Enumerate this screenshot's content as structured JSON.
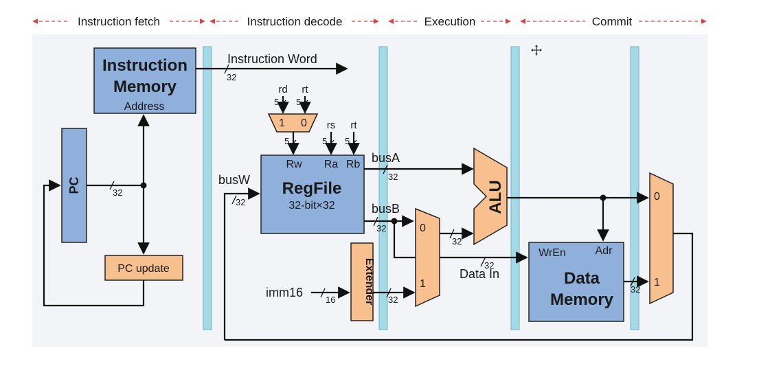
{
  "stages": {
    "fetch": "Instruction fetch",
    "decode": "Instruction decode",
    "execution": "Execution",
    "commit": "Commit"
  },
  "blocks": {
    "instruction_memory": {
      "title_line1": "Instruction",
      "title_line2": "Memory",
      "port_address": "Address"
    },
    "pc": "PC",
    "pc_update": "PC update",
    "regfile": {
      "title": "RegFile",
      "subtitle": "32-bit×32",
      "port_rw": "Rw",
      "port_ra": "Ra",
      "port_rb": "Rb"
    },
    "extender": "Extender",
    "alu": "ALU",
    "data_memory": {
      "title_line1": "Data",
      "title_line2": "Memory",
      "port_wren": "WrEn",
      "port_adr": "Adr"
    }
  },
  "signals": {
    "instruction_word": "Instruction Word",
    "rd": "rd",
    "rt": "rt",
    "rs": "rs",
    "rt2": "rt",
    "busA": "busA",
    "busB": "busB",
    "busW": "busW",
    "imm16": "imm16",
    "data_in": "Data In"
  },
  "mux_labels": {
    "regdst_one": "1",
    "regdst_zero": "0",
    "alusrc_zero": "0",
    "alusrc_one": "1",
    "memtoreg_zero": "0",
    "memtoreg_one": "1"
  },
  "widths": {
    "w32": "32",
    "w16": "16",
    "w5": "5"
  },
  "colors": {
    "stage_divider": "#e04040",
    "pipeline_register": "#a6d9e6",
    "blue_block": "#8fb0da",
    "orange_block": "#f8c08e",
    "panel_background": "#f2f4f7"
  }
}
